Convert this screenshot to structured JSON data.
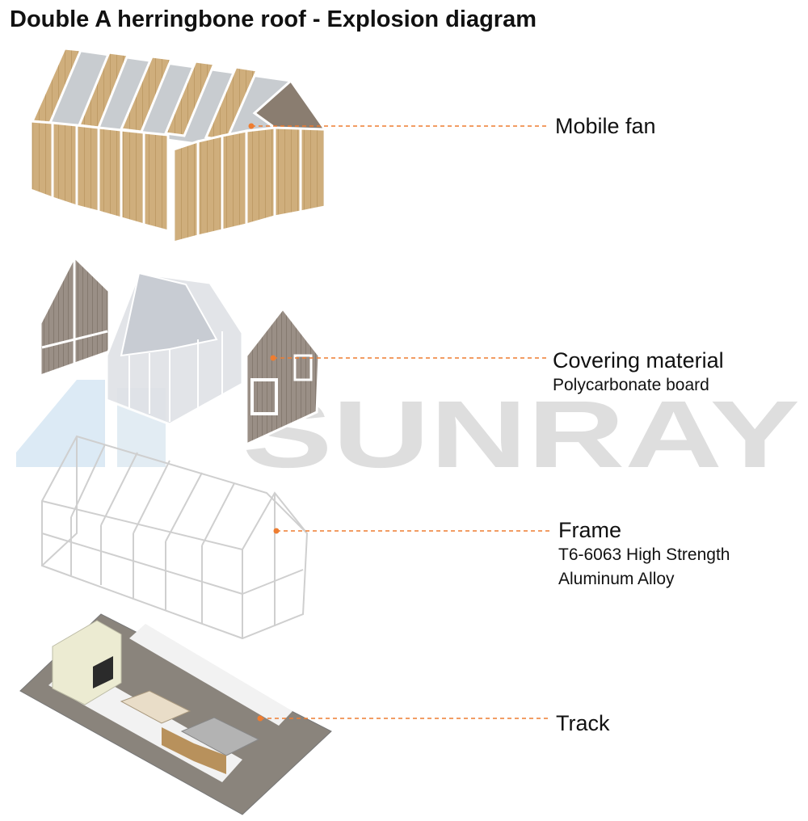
{
  "title": "Double A herringbone roof - Explosion diagram",
  "watermark": "SUNRAY",
  "colors": {
    "leader": "#ee7d31",
    "wood": "#cfae7c",
    "glass": "#c7cbd0",
    "watermark_grey": "#d9d9d9",
    "watermark_blue": "#d6e6f3"
  },
  "components": [
    {
      "name": "Mobile fan",
      "detail": []
    },
    {
      "name": "Covering material",
      "detail": [
        "Polycarbonate board"
      ]
    },
    {
      "name": "Frame",
      "detail": [
        "T6-6063 High Strength",
        "Aluminum Alloy"
      ]
    },
    {
      "name": "Track",
      "detail": []
    }
  ]
}
